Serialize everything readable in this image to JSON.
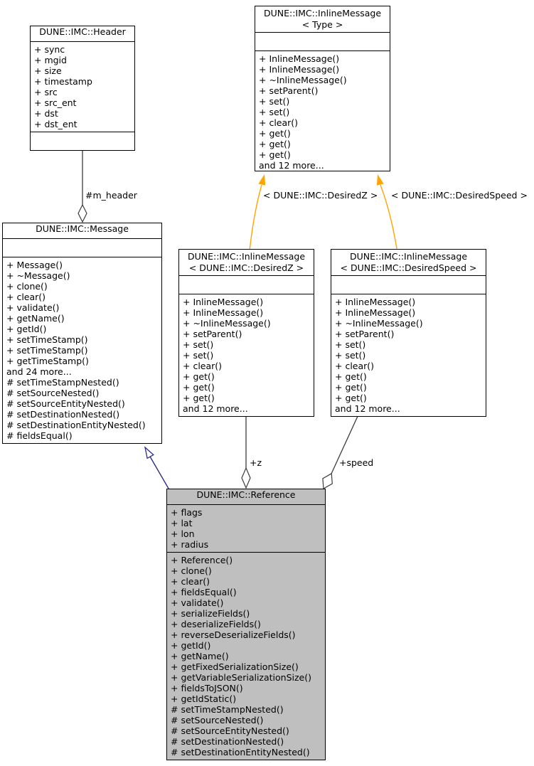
{
  "diagram": {
    "type": "uml-class-collaboration-diagram",
    "colors": {
      "box_border": "#000000",
      "box_fill": "#ffffff",
      "highlight_fill": "#bfbfbf",
      "aggregation_edge": "#3c3c3c",
      "template_instance_edge": "#ffa500",
      "inheritance_edge": "#2d2d8c"
    },
    "classes": {
      "header": {
        "title_lines": [
          "DUNE::IMC::Header"
        ],
        "attributes": [
          "+ sync",
          "+ mgid",
          "+ size",
          "+ timestamp",
          "+ src",
          "+ src_ent",
          "+ dst",
          "+ dst_ent"
        ],
        "methods": []
      },
      "inline_type": {
        "title_lines": [
          "DUNE::IMC::InlineMessage",
          "< Type >"
        ],
        "attributes": [],
        "methods": [
          "+ InlineMessage()",
          "+ InlineMessage()",
          "+ ~InlineMessage()",
          "+ setParent()",
          "+ set()",
          "+ set()",
          "+ clear()",
          "+ get()",
          "+ get()",
          "+ get()",
          "and 12 more..."
        ]
      },
      "message": {
        "title_lines": [
          "DUNE::IMC::Message"
        ],
        "attributes": [],
        "methods": [
          "+ Message()",
          "+ ~Message()",
          "+ clone()",
          "+ clear()",
          "+ validate()",
          "+ getName()",
          "+ getId()",
          "+ setTimeStamp()",
          "+ setTimeStamp()",
          "+ getTimeStamp()",
          "and 24 more...",
          "# setTimeStampNested()",
          "# setSourceNested()",
          "# setSourceEntityNested()",
          "# setDestinationNested()",
          "# setDestinationEntityNested()",
          "# fieldsEqual()"
        ]
      },
      "inline_desiredz": {
        "title_lines": [
          "DUNE::IMC::InlineMessage",
          "< DUNE::IMC::DesiredZ >"
        ],
        "attributes": [],
        "methods": [
          "+ InlineMessage()",
          "+ InlineMessage()",
          "+ ~InlineMessage()",
          "+ setParent()",
          "+ set()",
          "+ set()",
          "+ clear()",
          "+ get()",
          "+ get()",
          "+ get()",
          "and 12 more..."
        ]
      },
      "inline_desiredspeed": {
        "title_lines": [
          "DUNE::IMC::InlineMessage",
          "< DUNE::IMC::DesiredSpeed >"
        ],
        "attributes": [],
        "methods": [
          "+ InlineMessage()",
          "+ InlineMessage()",
          "+ ~InlineMessage()",
          "+ setParent()",
          "+ set()",
          "+ set()",
          "+ clear()",
          "+ get()",
          "+ get()",
          "+ get()",
          "and 12 more..."
        ]
      },
      "reference": {
        "title_lines": [
          "DUNE::IMC::Reference"
        ],
        "attributes": [
          "+ flags",
          "+ lat",
          "+ lon",
          "+ radius"
        ],
        "methods": [
          "+ Reference()",
          "+ clone()",
          "+ clear()",
          "+ fieldsEqual()",
          "+ validate()",
          "+ serializeFields()",
          "+ deserializeFields()",
          "+ reverseDeserializeFields()",
          "+ getId()",
          "+ getName()",
          "+ getFixedSerializationSize()",
          "+ getVariableSerializationSize()",
          "+ fieldsToJSON()",
          "+ getIdStatic()",
          "# setTimeStampNested()",
          "# setSourceNested()",
          "# setSourceEntityNested()",
          "# setDestinationNested()",
          "# setDestinationEntityNested()"
        ]
      }
    },
    "edges": {
      "m_header": {
        "label": "#m_header",
        "kind": "aggregation"
      },
      "template_z": {
        "label": "< DUNE::IMC::DesiredZ >",
        "kind": "template-instance"
      },
      "template_speed": {
        "label": "< DUNE::IMC::DesiredSpeed >",
        "kind": "template-instance"
      },
      "z": {
        "label": "+z",
        "kind": "aggregation"
      },
      "speed": {
        "label": "+speed",
        "kind": "aggregation"
      }
    }
  }
}
